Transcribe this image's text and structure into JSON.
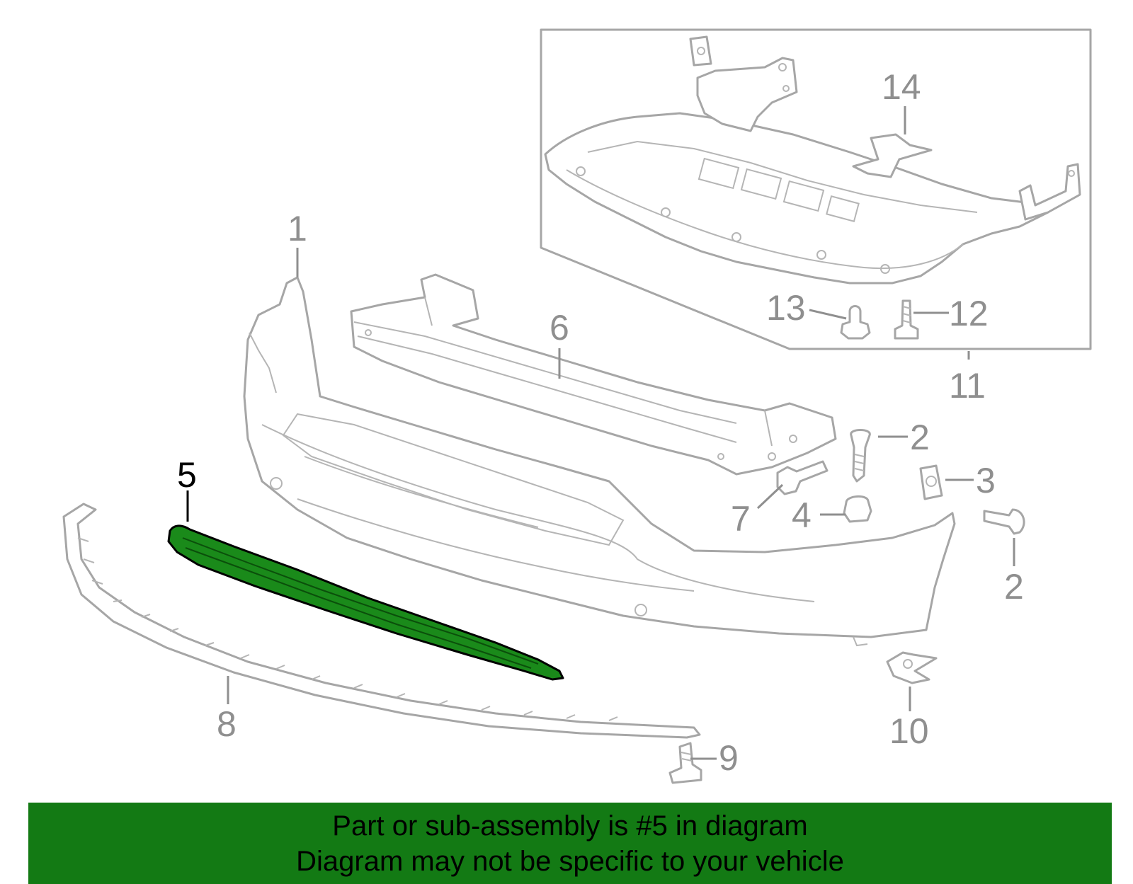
{
  "diagram": {
    "highlighted_part": "5",
    "callouts": {
      "c1": "1",
      "c2a": "2",
      "c2b": "2",
      "c3": "3",
      "c4": "4",
      "c5": "5",
      "c6": "6",
      "c7": "7",
      "c8": "8",
      "c9": "9",
      "c10": "10",
      "c11": "11",
      "c12": "12",
      "c13": "13",
      "c14": "14"
    }
  },
  "banner": {
    "line1": "Part or sub-assembly is #5 in diagram",
    "line2": "Diagram may not be specific to your vehicle"
  },
  "colors": {
    "highlight": "#1a8a1a",
    "banner": "#137a14",
    "line_art": "#a6a6a6",
    "callout_text": "#8f8f8f"
  }
}
